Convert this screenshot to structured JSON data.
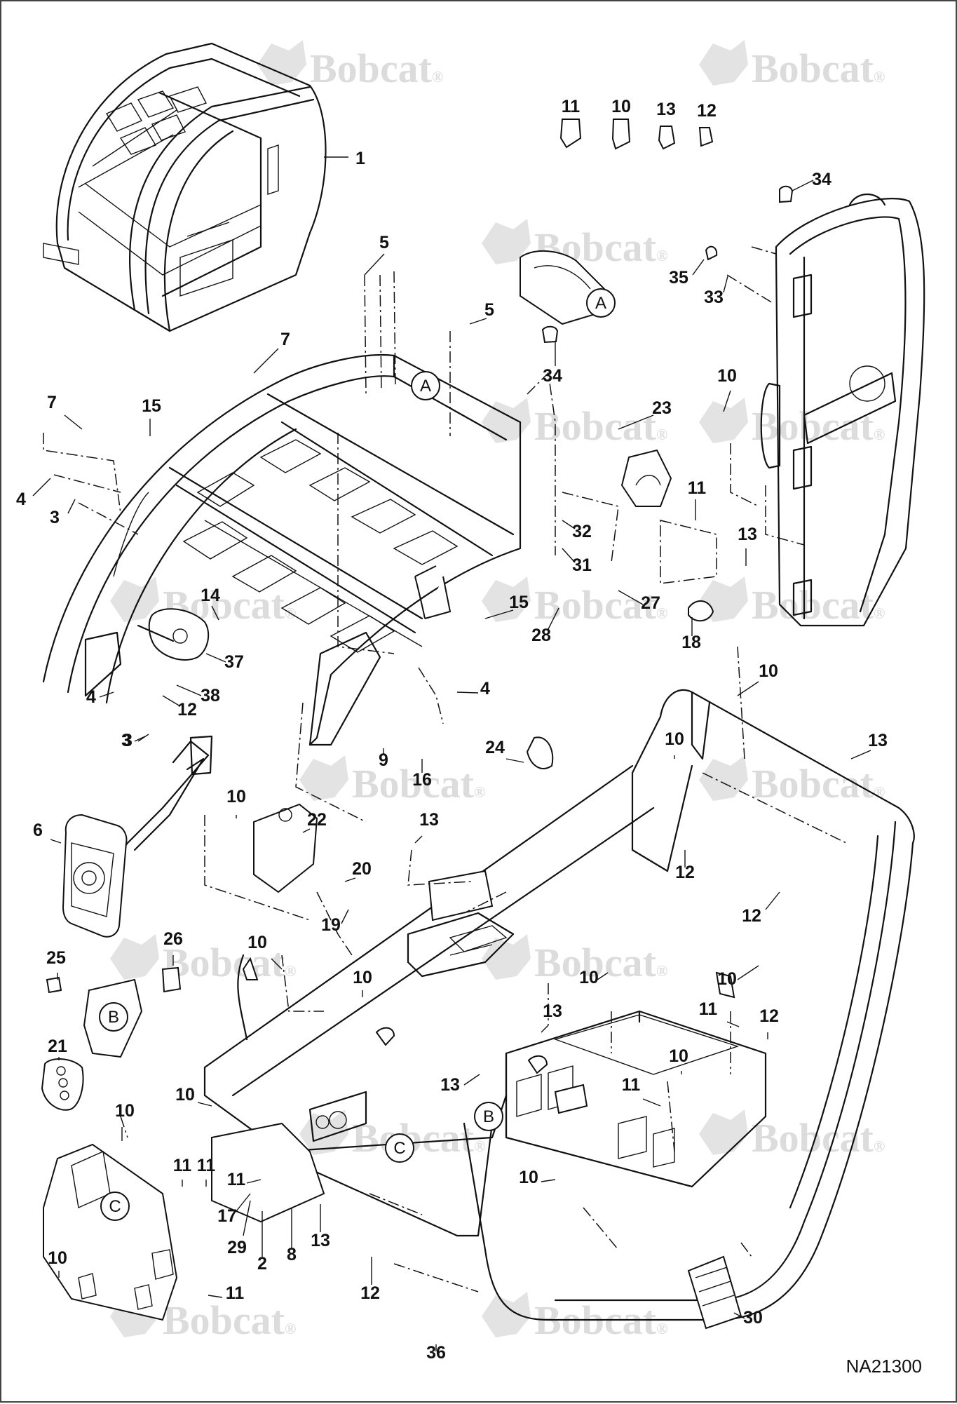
{
  "watermark": {
    "text": "Bobcat",
    "mark": "®"
  },
  "drawing_number": "NA21300",
  "callouts": [
    {
      "label": "1"
    },
    {
      "label": "11"
    },
    {
      "label": "10"
    },
    {
      "label": "13"
    },
    {
      "label": "12"
    },
    {
      "label": "34"
    },
    {
      "label": "5"
    },
    {
      "label": "5"
    },
    {
      "label": "35"
    },
    {
      "label": "33"
    },
    {
      "label": "34"
    },
    {
      "label": "7"
    },
    {
      "label": "7"
    },
    {
      "label": "15"
    },
    {
      "label": "23"
    },
    {
      "label": "10"
    },
    {
      "label": "4"
    },
    {
      "label": "3"
    },
    {
      "label": "11"
    },
    {
      "label": "32"
    },
    {
      "label": "31"
    },
    {
      "label": "13"
    },
    {
      "label": "14"
    },
    {
      "label": "15"
    },
    {
      "label": "27"
    },
    {
      "label": "28"
    },
    {
      "label": "18"
    },
    {
      "label": "37"
    },
    {
      "label": "38"
    },
    {
      "label": "12"
    },
    {
      "label": "3"
    },
    {
      "label": "4"
    },
    {
      "label": "10"
    },
    {
      "label": "4"
    },
    {
      "label": "3"
    },
    {
      "label": "9"
    },
    {
      "label": "16"
    },
    {
      "label": "24"
    },
    {
      "label": "10"
    },
    {
      "label": "13"
    },
    {
      "label": "6"
    },
    {
      "label": "10"
    },
    {
      "label": "22"
    },
    {
      "label": "13"
    },
    {
      "label": "20"
    },
    {
      "label": "19"
    },
    {
      "label": "12"
    },
    {
      "label": "12"
    },
    {
      "label": "26"
    },
    {
      "label": "10"
    },
    {
      "label": "25"
    },
    {
      "label": "10"
    },
    {
      "label": "10"
    },
    {
      "label": "10"
    },
    {
      "label": "13"
    },
    {
      "label": "11"
    },
    {
      "label": "12"
    },
    {
      "label": "21"
    },
    {
      "label": "10"
    },
    {
      "label": "13"
    },
    {
      "label": "10"
    },
    {
      "label": "10"
    },
    {
      "label": "11"
    },
    {
      "label": "11"
    },
    {
      "label": "11"
    },
    {
      "label": "11"
    },
    {
      "label": "17"
    },
    {
      "label": "29"
    },
    {
      "label": "2"
    },
    {
      "label": "8"
    },
    {
      "label": "13"
    },
    {
      "label": "10"
    },
    {
      "label": "12"
    },
    {
      "label": "10"
    },
    {
      "label": "11"
    },
    {
      "label": "30"
    },
    {
      "label": "36"
    }
  ],
  "reference_circles": [
    {
      "label": "A"
    },
    {
      "label": "A"
    },
    {
      "label": "B"
    },
    {
      "label": "B"
    },
    {
      "label": "C"
    },
    {
      "label": "C"
    }
  ]
}
